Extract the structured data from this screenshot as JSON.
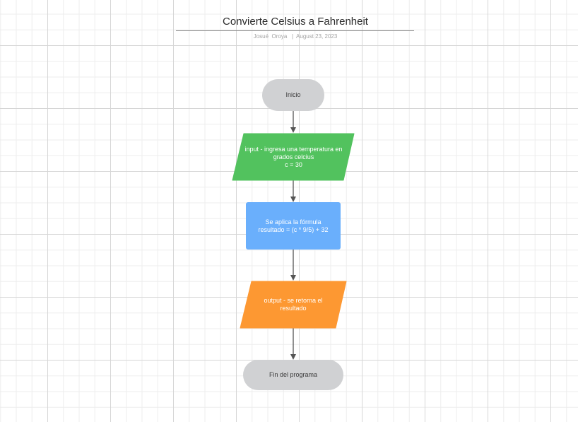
{
  "document": {
    "title": "Convierte Celsius a Fahrenheit",
    "author": "Josué  Oroya",
    "separator": "|",
    "date": "August 23, 2023"
  },
  "nodes": [
    {
      "id": "start",
      "shape": "terminator",
      "text": "Inicio",
      "color": "#d0d1d3"
    },
    {
      "id": "input",
      "shape": "parallelogram",
      "text": "input - ingresa una temperatura en\ngrados celcius\nc = 30",
      "color": "#52c25e"
    },
    {
      "id": "process",
      "shape": "rectangle",
      "text": "Se aplica la fórmula\nresultado = (c * 9/5) + 32",
      "color": "#6aaffc"
    },
    {
      "id": "output",
      "shape": "parallelogram",
      "text": "output - se retorna el\nresultado",
      "color": "#fd9832"
    },
    {
      "id": "end",
      "shape": "terminator",
      "text": "Fin del programa",
      "color": "#d0d1d3"
    }
  ],
  "edges": [
    {
      "from": "start",
      "to": "input"
    },
    {
      "from": "input",
      "to": "process"
    },
    {
      "from": "process",
      "to": "output"
    },
    {
      "from": "output",
      "to": "end"
    }
  ],
  "colors": {
    "grid_major": "#d6d6d6",
    "grid_minor": "#ededed",
    "connector": "#555555",
    "title_text": "#2b2b2b",
    "meta_text": "#a3a3a3"
  }
}
